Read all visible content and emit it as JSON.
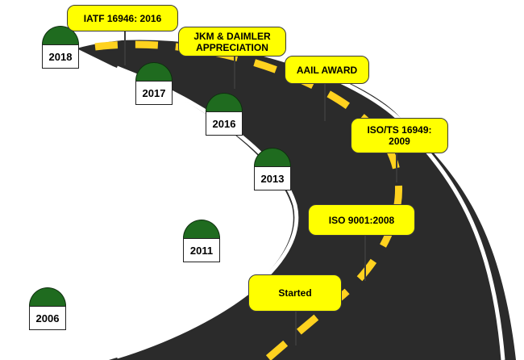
{
  "colors": {
    "road": "#2b2b2b",
    "lane_edge": "#ffffff",
    "center_dash": "#ffd21f",
    "callout_fill": "#ffff00",
    "milestone_cap": "#1f6b1f"
  },
  "milestones": [
    {
      "year": "2018"
    },
    {
      "year": "2017"
    },
    {
      "year": "2016"
    },
    {
      "year": "2013"
    },
    {
      "year": "2011"
    },
    {
      "year": "2006"
    }
  ],
  "callouts": [
    {
      "text": "IATF 16946: 2016"
    },
    {
      "text": "JKM & DAIMLER APPRECIATION"
    },
    {
      "text": "AAIL AWARD"
    },
    {
      "text": "ISO/TS 16949: 2009"
    },
    {
      "text": "ISO 9001:2008"
    },
    {
      "text": "Started"
    }
  ]
}
